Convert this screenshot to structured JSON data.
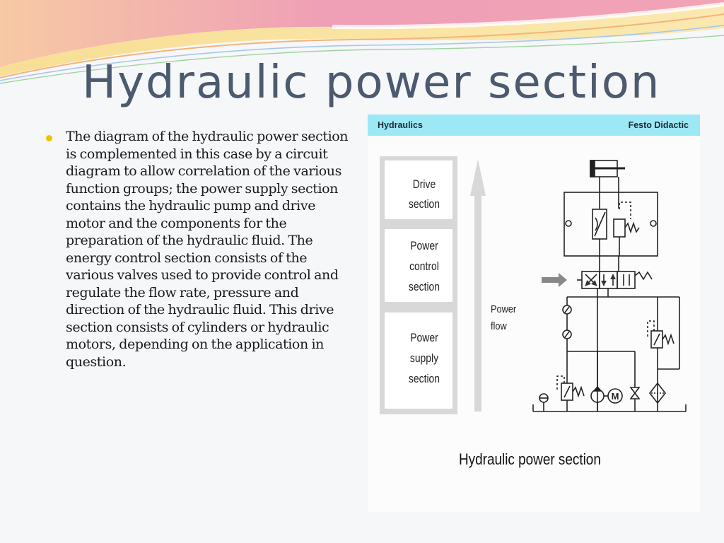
{
  "slide": {
    "title": "Hydraulic power section",
    "bullets": [
      "The diagram of the hydraulic power section is complemented in this case by a circuit diagram to allow correlation of the various function groups; the power supply section contains the hydraulic pump and drive motor and the components for the preparation of the hydraulic fluid. The energy control section consists of the various valves used to provide control and regulate the flow rate, pressure and direction of the hydraulic fluid. This drive section consists of cylinders or hydraulic motors, depending on the application in question."
    ]
  },
  "figure": {
    "header_left": "Hydraulics",
    "header_right": "Festo Didactic",
    "blocks": {
      "drive": [
        "Drive",
        "section"
      ],
      "control": [
        "Power",
        "control",
        "section"
      ],
      "supply": [
        "Power",
        "supply",
        "section"
      ]
    },
    "flow_label": [
      "Power",
      "flow"
    ],
    "motor_label": "M",
    "caption": "Hydraulic power section",
    "colors": {
      "header_bg": "#9ce8f5",
      "bullet": "#f2c200",
      "title": "#4b5a6e"
    }
  }
}
